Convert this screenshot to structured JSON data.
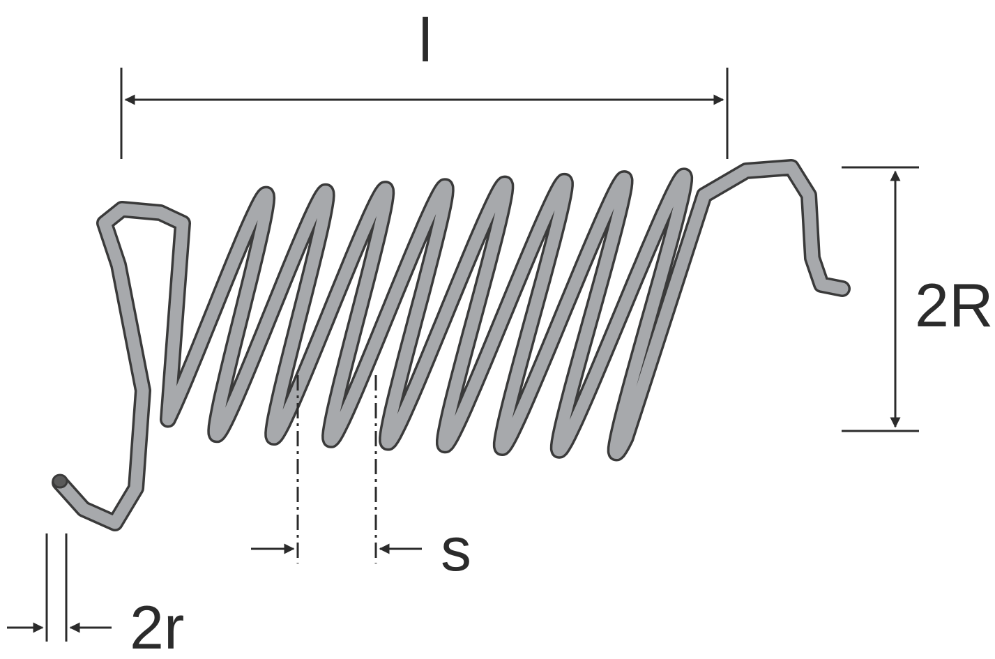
{
  "labels": {
    "length": "l",
    "coil_diameter": "2R",
    "pitch": "s",
    "wire_diameter": "2r"
  },
  "colors": {
    "wire_fill": "#a7a9ac",
    "wire_outline": "#3a3a3a",
    "dimension_lines": "#2b2b2b",
    "background": "#ffffff"
  }
}
